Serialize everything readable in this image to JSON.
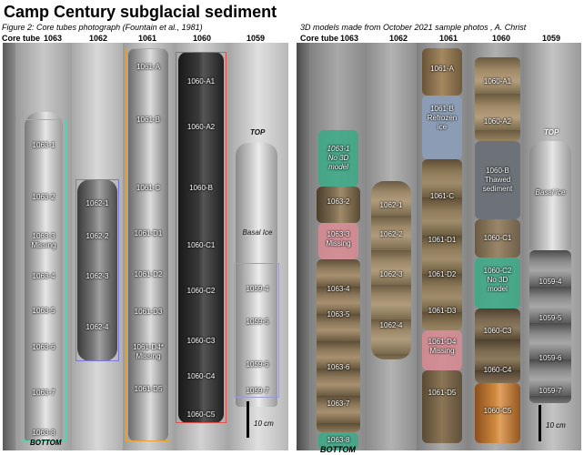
{
  "title": "Camp Century subglacial sediment",
  "left_panel": {
    "caption": "Figure 2: Core tubes photograph (Fountain et al., 1981)",
    "header_label": "Core tube",
    "tubes": [
      "1063",
      "1062",
      "1061",
      "1060",
      "1059"
    ],
    "labels": {
      "t1063": [
        "1063-1",
        "1063-2",
        "1063-3\nMissing",
        "1063-4",
        "1063-5",
        "1063-6",
        "1063-7",
        "1063-8"
      ],
      "t1062": [
        "1062-1",
        "1062-2",
        "1062-3",
        "1062-4"
      ],
      "t1061": [
        "1061-A",
        "1061-B",
        "1061-C",
        "1061-D1",
        "1061-D2",
        "1061-D3",
        "1061-D4*\nMissing",
        "1061-D5"
      ],
      "t1060": [
        "1060-A1",
        "1060-A2",
        "1060-B",
        "1060-C1",
        "1060-C2",
        "1060-C3",
        "1060-C4",
        "1060-C5"
      ],
      "t1059": [
        "1059-4",
        "1059-5",
        "1059-6",
        "1059-7"
      ]
    },
    "top_label": "TOP",
    "basal_ice": "Basal Ice",
    "bottom_label": "BOTTOM",
    "scale": "10 cm"
  },
  "right_panel": {
    "caption": "3D models made from October 2021 sample photos , A. Christ",
    "header_label": "Core tube",
    "tubes": [
      "1063",
      "1062",
      "1061",
      "1060",
      "1059"
    ],
    "labels": {
      "t1063": [
        "1063-1\nNo 3D\nmodel",
        "1063-2",
        "1063-3\nMissing",
        "1063-4",
        "1063-5",
        "1063-6",
        "1063-7",
        "1063-8"
      ],
      "t1062": [
        "1062-1",
        "1062-2",
        "1062-3",
        "1062-4"
      ],
      "t1061": [
        "1061-A",
        "1061-B\nRefrozen\nice",
        "1061-C",
        "1061-D1",
        "1061-D2",
        "1061-D3",
        "1061-D4\nMissing",
        "1061-D5"
      ],
      "t1060": [
        "1060-A1",
        "1060-A2",
        "1060-B\nThawed\nsediment",
        "1060-C1",
        "1060-C2\nNo 3D\nmodel",
        "1060-C3",
        "1060-C4",
        "1060-C5"
      ],
      "t1059": [
        "1059-4",
        "1059-5",
        "1059-6",
        "1059-7"
      ]
    },
    "top_label": "TOP",
    "basal_ice": "Basal Ice",
    "bottom_label": "BOTTOM",
    "scale": "10 cm"
  },
  "colors": {
    "box_1063": "#4fd6b0",
    "box_1062": "#7a78d8",
    "box_1061": "#e8a23a",
    "box_1060": "#e2504e",
    "box_1059": "#9a9ad6",
    "missing_pink": "#d98a92",
    "no_model_teal": "#3aa886",
    "refrozen_blue": "#8c9cb4",
    "thawed_gray": "#6c7278"
  }
}
